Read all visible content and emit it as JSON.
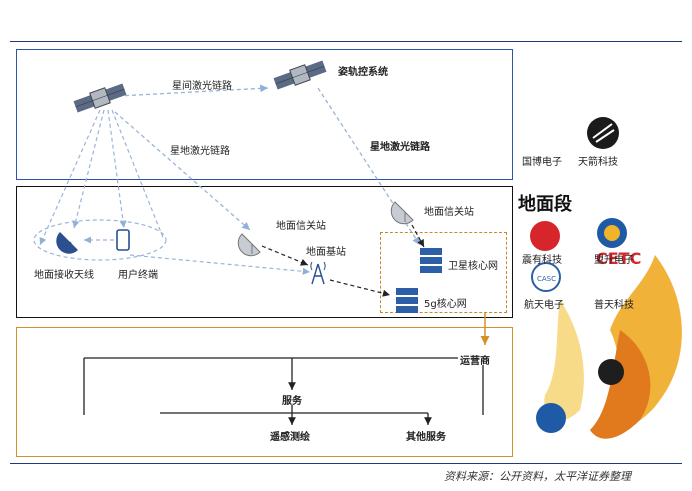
{
  "labels": {
    "inter_sat_link": "星间激光链路",
    "attitude_control": "姿轨控系统",
    "sat_ground_link_left": "星地激光链路",
    "sat_ground_link_right": "星地激光链路",
    "gateway_top": "地面信关站",
    "gateway_mid": "地面信关站",
    "base_station": "地面基站",
    "ground_antenna": "地面接收天线",
    "user_terminal": "用户终端",
    "satellite_core": "卫星核心网",
    "core_5g": "5g核心网",
    "operator": "运营商",
    "service": "服务",
    "remote_sensing": "遥感测绘",
    "other_services": "其他服务"
  },
  "companies": {
    "space": [
      "国博电子",
      "天箭科技"
    ],
    "ground_title": "地面段",
    "ground": [
      "震有科技",
      "盟升电子",
      "航天电子",
      "普天科技"
    ]
  },
  "source": "资料来源：公开资料，太平洋证券整理",
  "colors": {
    "space_box": "#2b55a8",
    "ground_box": "#111111",
    "service_box": "#d4912a",
    "dashed_link": "#9ab4d8",
    "core_box": "#c9892b"
  }
}
